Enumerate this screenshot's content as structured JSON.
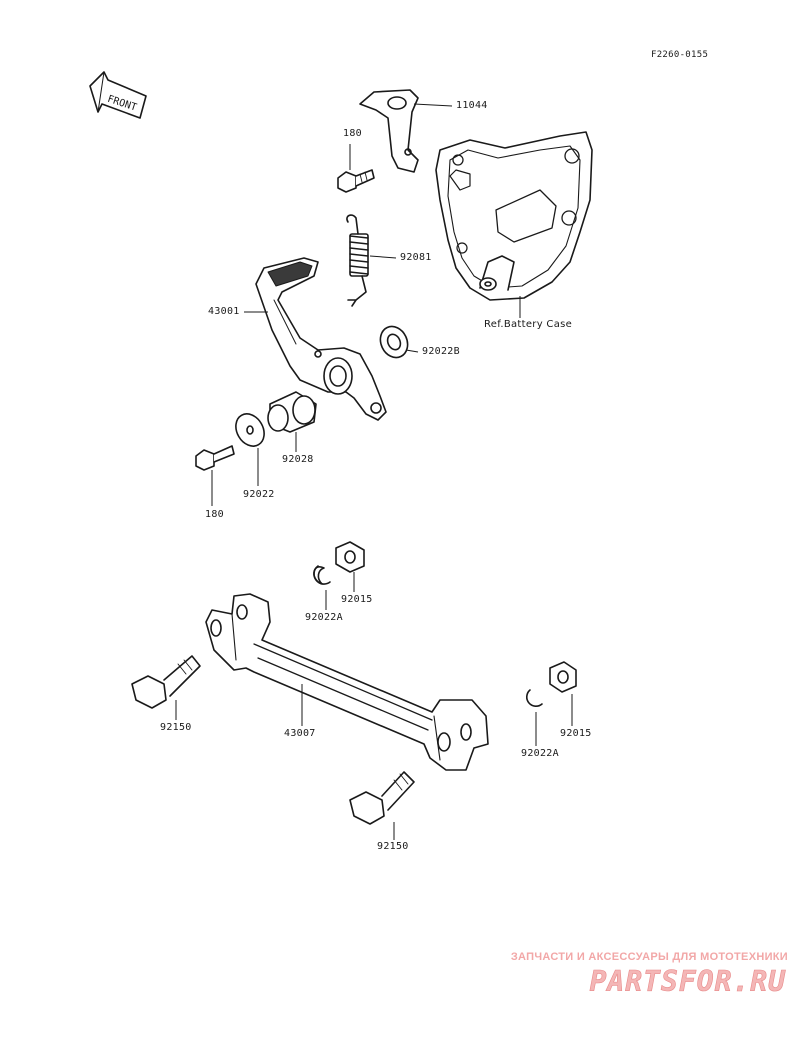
{
  "diagram_code": "F2260-0155",
  "front_label": "FRONT",
  "ref_label": "Ref.Battery Case",
  "parts": {
    "bracket": "11044",
    "bolt_upper": "180",
    "spring": "92081",
    "pedal": "43001",
    "washer_right": "92022B",
    "collar": "92028",
    "washer_left": "92022",
    "bolt_lower": "180",
    "clip_upper": "92022A",
    "nut_upper": "92015",
    "rod": "43007",
    "pin_left": "92150",
    "clip_lower": "92022A",
    "nut_lower": "92015",
    "pin_lower": "92150"
  },
  "watermark": {
    "tagline": "ЗАПЧАСТИ И АКСЕССУАРЫ ДЛЯ МОТОТЕХНИКИ",
    "brand": "PARTSFOR.RU",
    "color": "#e05a5a"
  }
}
